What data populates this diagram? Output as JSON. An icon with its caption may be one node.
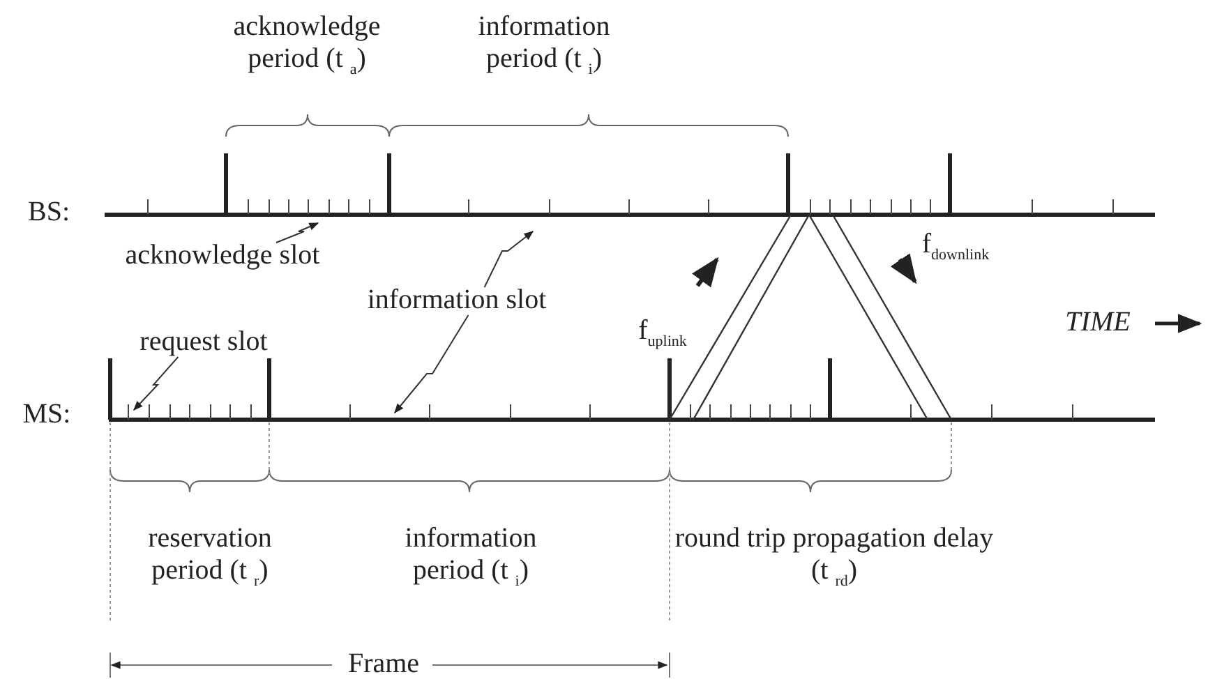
{
  "diagram": {
    "nodes": [
      {
        "text": [
          "acknowledge slot"
        ]
      },
      {
        "text": [
          "information slot"
        ]
      },
      {
        "text": [
          "request slot"
        ]
      }
    ],
    "edges": [
      {
        "from": 0,
        "to": null,
        "arrow": "to"
      },
      {
        "from": 1,
        "to": null,
        "arrow": "to"
      },
      {
        "from": 1,
        "to": null,
        "arrow": "to"
      },
      {
        "from": 2,
        "to": null,
        "arrow": "to"
      }
    ],
    "labels": [
      "acknowledge period (t $_{a}$)",
      "information period (t $_{i}$)",
      "BS:",
      "f$_{downlink}$",
      "TIME",
      "f$_{uplink}$",
      "MS:",
      "reservation period (t $_{r}$)",
      "information period (t $_{i}$)",
      "round trip propagation delay (t $_{rd}$)",
      "Frame"
    ]
  }
}
